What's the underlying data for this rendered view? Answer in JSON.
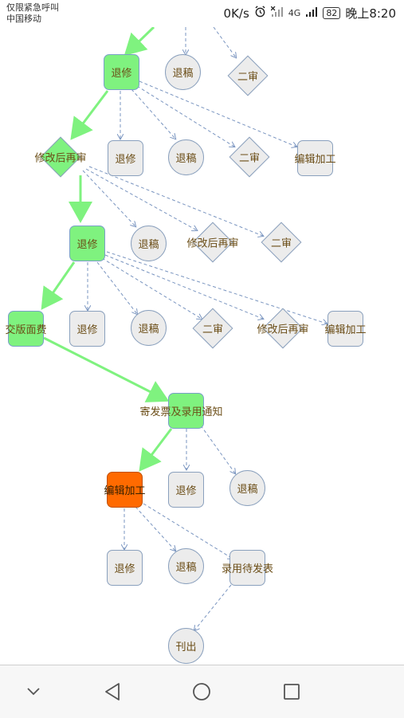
{
  "status_bar": {
    "emergency_text": "仅限紧急呼叫",
    "carrier": "中国移动",
    "net_speed": "0K/s",
    "network_label": "4G",
    "battery": "82",
    "time": "晚上8:20"
  },
  "flow": {
    "row1": {
      "tuixiu": "退修",
      "tuigao": "退稿",
      "ershen": "二审"
    },
    "row2": {
      "xiugai": "修改后再审",
      "tuixiu": "退修",
      "tuigao": "退稿",
      "ershen": "二审",
      "bianji": "编辑加工"
    },
    "row3": {
      "tuixiu": "退修",
      "tuigao": "退稿",
      "xiugai": "修改后再审",
      "ershen": "二审"
    },
    "row4": {
      "jiaoban": "交版面费",
      "tuixiu": "退修",
      "tuigao": "退稿",
      "ershen": "二审",
      "xiugai": "修改后再审",
      "bianji": "编辑加工"
    },
    "row5": {
      "jifapiao": "寄发票及录用通知"
    },
    "row6": {
      "bianji": "编辑加工",
      "tuixiu": "退修",
      "tuigao": "退稿"
    },
    "row7": {
      "tuixiu": "退修",
      "tuigao": "退稿",
      "luyong": "录用待发表"
    },
    "row8": {
      "kanchu": "刊出"
    }
  },
  "colors": {
    "green_node": "#7ff27f",
    "orange_node": "#ff6a00",
    "grey_node": "#ececec",
    "green_edge": "#7ff27f",
    "dashed_edge": "#7a95c0",
    "label_text": "#6b4d16"
  },
  "navbar": {
    "icons": [
      "chevron-down-icon",
      "back-triangle-icon",
      "home-circle-icon",
      "recents-square-icon"
    ]
  }
}
